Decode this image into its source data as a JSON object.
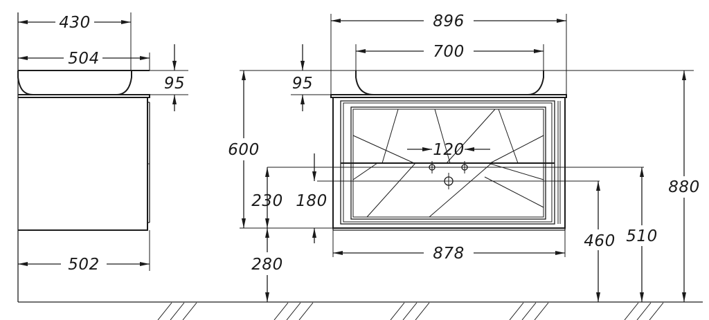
{
  "dimensions": {
    "side_top_depth": "430",
    "side_basin_depth": "504",
    "side_basin_height": "95",
    "side_cabinet_depth": "502",
    "front_top_width": "896",
    "front_basin_width": "700",
    "front_basin_height": "95",
    "front_cabinet_height": "600",
    "tap_hole_spacing": "120",
    "drawer_height": "230",
    "lower_drawer_height": "180",
    "floor_clearance": "280",
    "cabinet_width": "878",
    "drain_height": "460",
    "tap_height": "510",
    "total_height": "880"
  },
  "colors": {
    "ink": "#1a1a1a",
    "paper": "#ffffff"
  }
}
